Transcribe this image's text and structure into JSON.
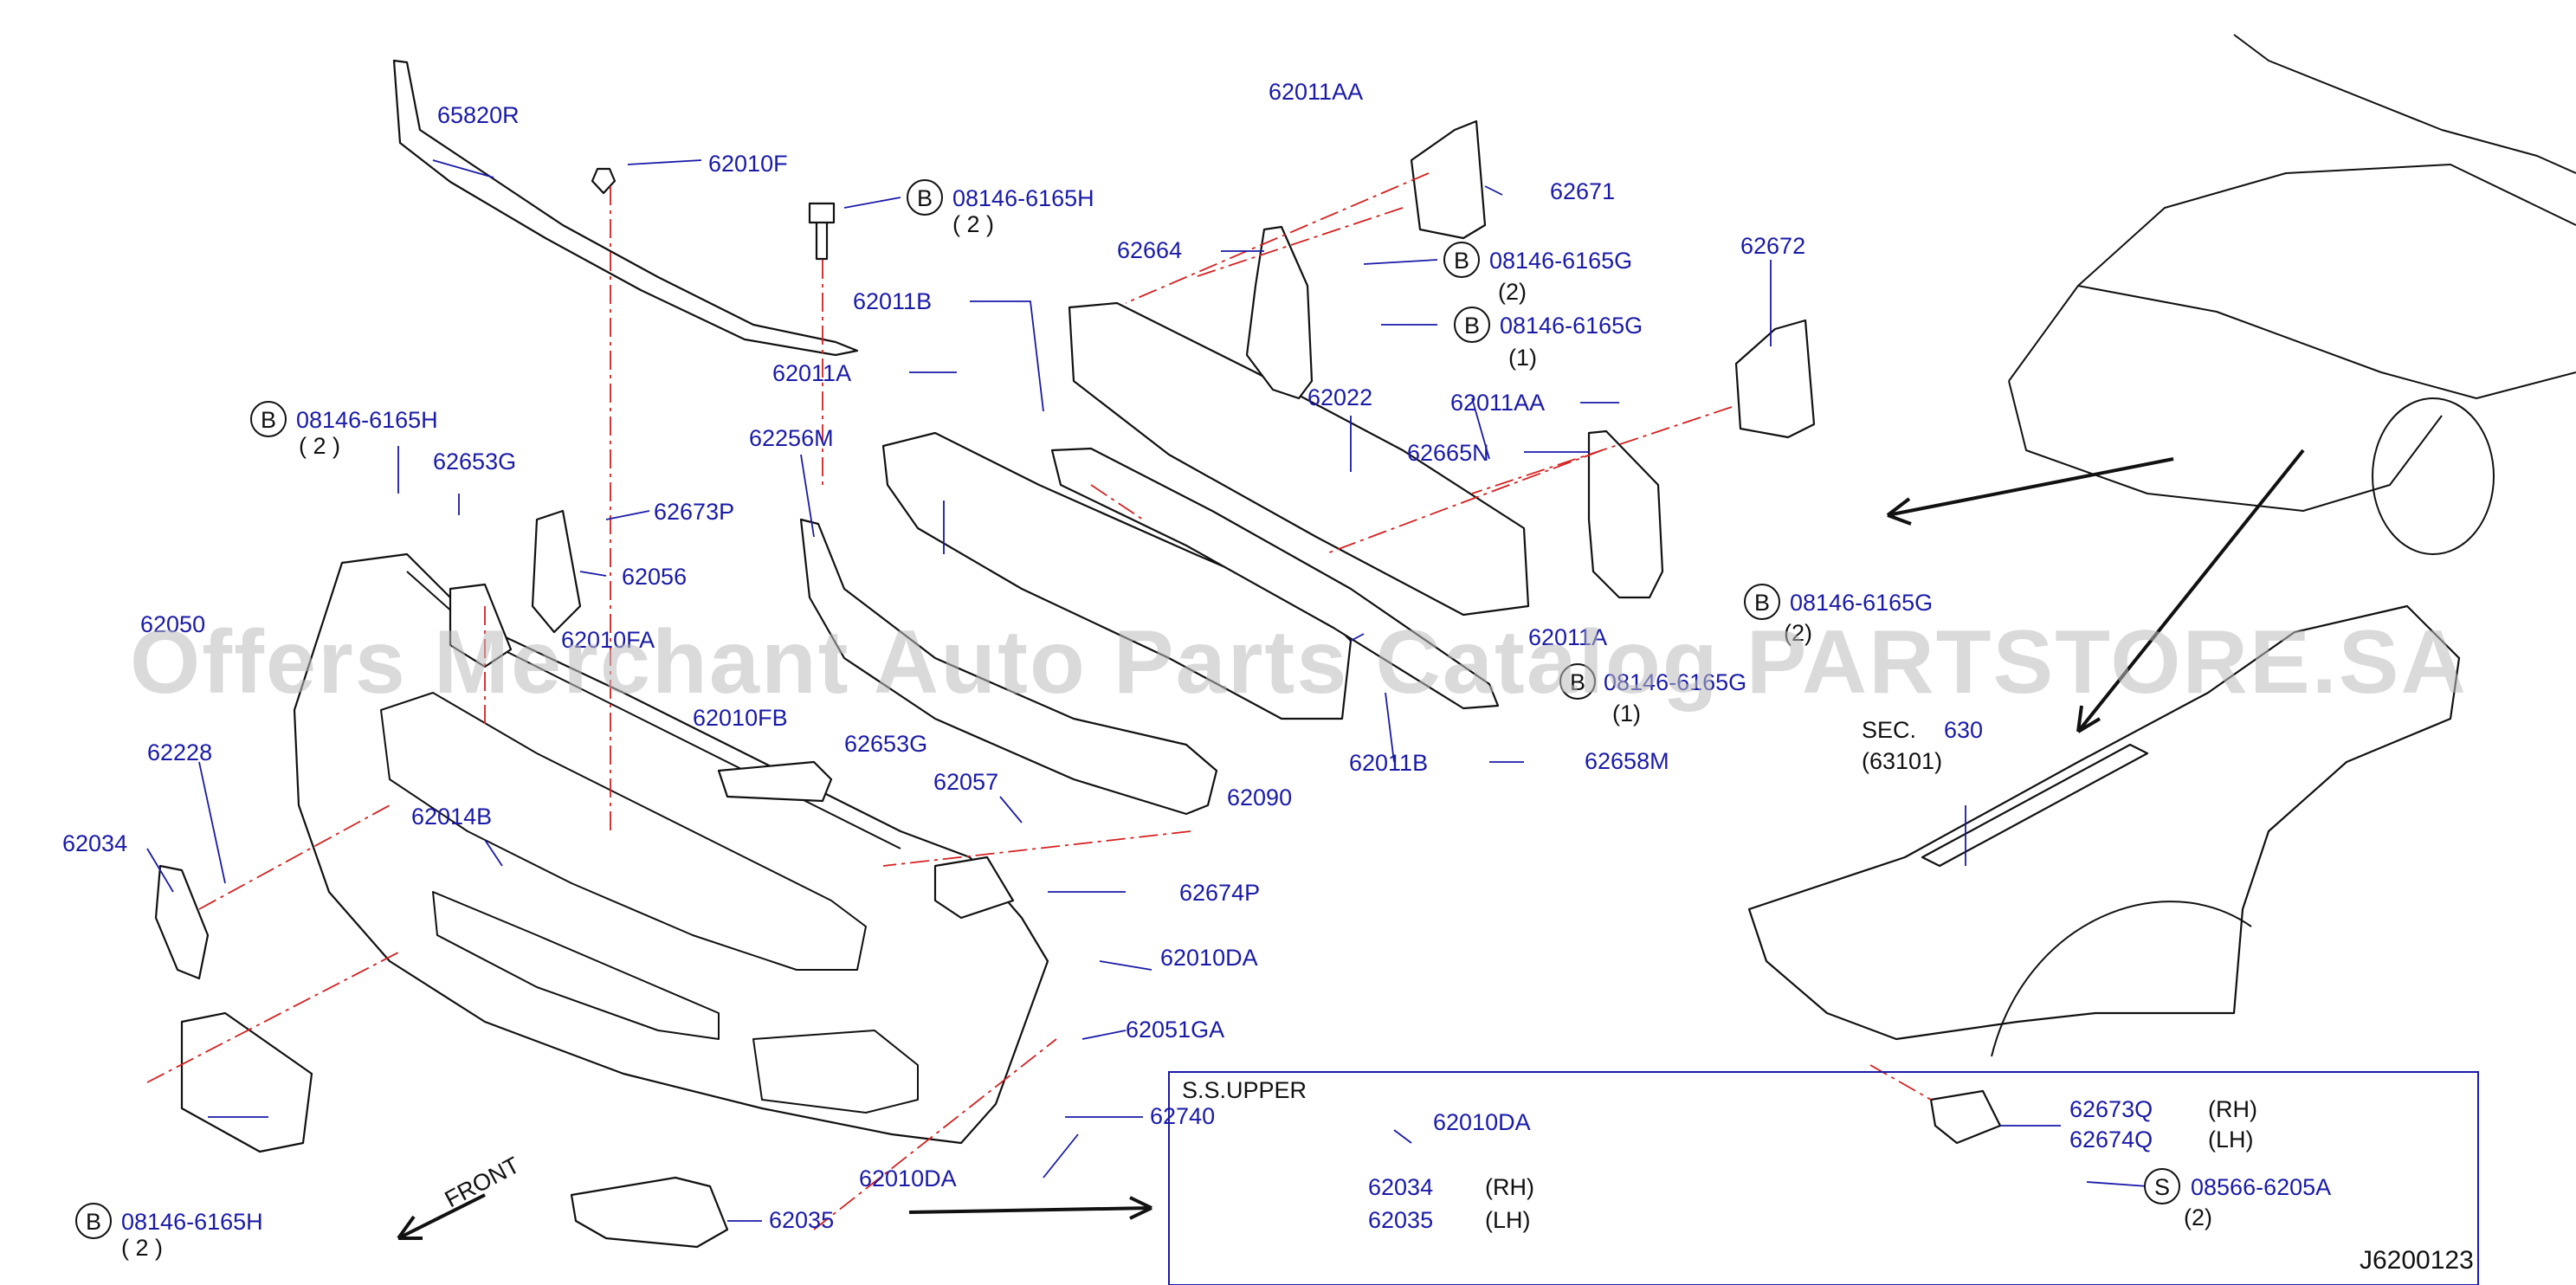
{
  "watermark": "Offers Merchant Auto Parts Catalog PARTSTORE.SA",
  "diagram_code": "J6200123",
  "front_label": "FRONT",
  "inset_title": "S.S.UPPER",
  "sec_label": "SEC.",
  "sec_num": "630",
  "sec_ref": "(63101)",
  "parts": {
    "p65820R": "65820R",
    "p62010F": "62010F",
    "p08146_6165H_a": "08146-6165H",
    "qty_a": "( 2 )",
    "p62011AA_top": "62011AA",
    "p62671": "62671",
    "p62664": "62664",
    "p08146_6165G_a": "08146-6165G",
    "qty_g1": "(2)",
    "p08146_6165G_b": "08146-6165G",
    "qty_g2": "(1)",
    "p62672": "62672",
    "p62011B_top": "62011B",
    "p62011A_top": "62011A",
    "p62022": "62022",
    "p62011AA_mid": "62011AA",
    "p62665N": "62665N",
    "p08146_6165H_b": "08146-6165H",
    "qty_b": "( 2 )",
    "p62653G_top": "62653G",
    "p62256M": "62256M",
    "p62673P": "62673P",
    "p62056": "62056",
    "p62050": "62050",
    "p62010FA": "62010FA",
    "p08146_6165G_c": "08146-6165G",
    "qty_g3": "(2)",
    "p62011A_mid": "62011A",
    "p08146_6165G_d": "08146-6165G",
    "qty_g4": "(1)",
    "p62010FB": "62010FB",
    "p62653G_mid": "62653G",
    "p62228": "62228",
    "p62057": "62057",
    "p62090": "62090",
    "p62011B_bot": "62011B",
    "p62658M": "62658M",
    "p62034": "62034",
    "p62014B": "62014B",
    "p62674P": "62674P",
    "p62010DA_a": "62010DA",
    "p62051GA": "62051GA",
    "p62740": "62740",
    "p62010DA_b": "62010DA",
    "p62035": "62035",
    "p08146_6165H_c": "08146-6165H",
    "qty_c": "( 2 )",
    "inset_62010DA": "62010DA",
    "inset_62034": "62034",
    "inset_62035": "62035",
    "rh": "(RH)",
    "lh": "(LH)",
    "p62673Q": "62673Q",
    "p62674Q": "62674Q",
    "rh2": "(RH)",
    "lh2": "(LH)",
    "p08566_6205A": "08566-6205A",
    "qty_s": "(2)"
  },
  "callout_letters": {
    "b": "B",
    "s": "S"
  }
}
